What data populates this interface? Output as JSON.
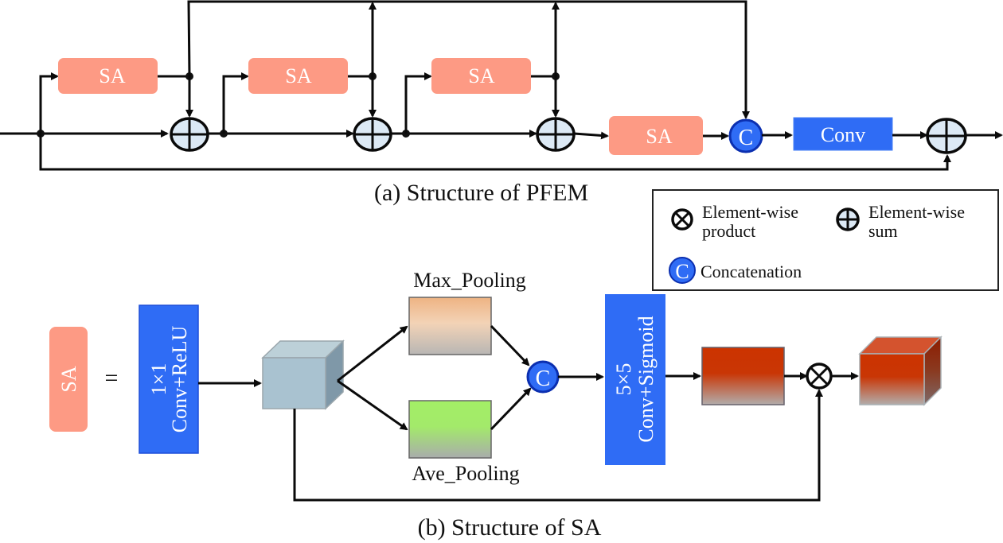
{
  "pfem": {
    "caption": "(a) Structure of PFEM",
    "sa_block_label": "SA",
    "conv_label": "Conv",
    "concat_symbol": "C"
  },
  "legend": {
    "product_line1": "Element-wise",
    "product_line2": "product",
    "sum_line1": "Element-wise",
    "sum_line2": "sum",
    "concat_symbol": "C",
    "concat_label": "Concatenation"
  },
  "sa": {
    "caption": "(b) Structure of SA",
    "sa_label": "SA",
    "equals": "=",
    "conv1_line1": "1×1",
    "conv1_line2": "Conv+ReLU",
    "max_pooling": "Max_Pooling",
    "ave_pooling": "Ave_Pooling",
    "concat_symbol": "C",
    "conv5_line1": "5×5",
    "conv5_line2": "Conv+Sigmoid"
  },
  "colors": {
    "sa_block": "#fd9a84",
    "conv_blue": "#2f6cf5",
    "concat_blue": "#2f6cf5",
    "sum_fill": "#dce9f5"
  }
}
